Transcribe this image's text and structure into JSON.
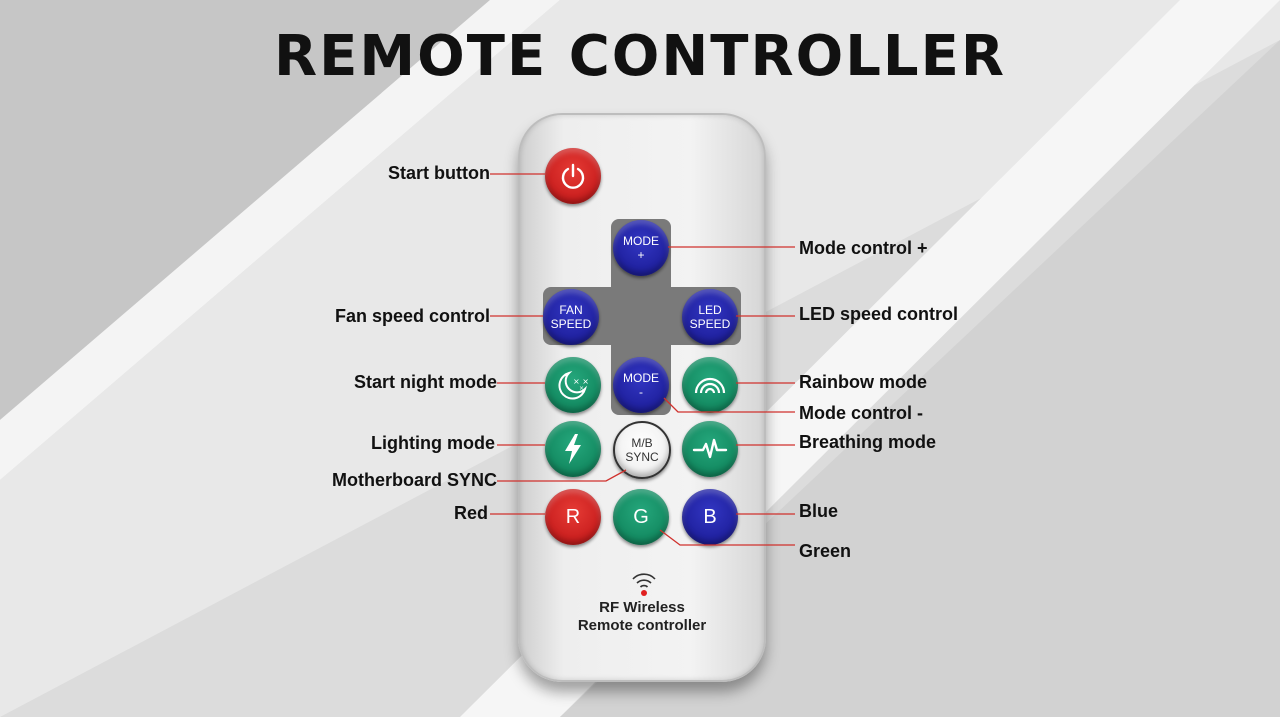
{
  "title": "REMOTE CONTROLLER",
  "buttons": {
    "mode_plus": {
      "line1": "MODE",
      "line2": "+"
    },
    "fan_speed": {
      "line1": "FAN",
      "line2": "SPEED"
    },
    "led_speed": {
      "line1": "LED",
      "line2": "SPEED"
    },
    "mode_minus": {
      "line1": "MODE",
      "line2": "-"
    },
    "mb_sync": {
      "line1": "M/B",
      "line2": "SYNC"
    },
    "red": "R",
    "green": "G",
    "blue": "B"
  },
  "labels": {
    "start_button": "Start button",
    "mode_control_plus": "Mode control +",
    "fan_speed_control": "Fan speed control",
    "led_speed_control": "LED speed control",
    "start_night_mode": "Start night mode",
    "rainbow_mode": "Rainbow mode",
    "mode_control_minus": "Mode control -",
    "lighting_mode": "Lighting mode",
    "breathing_mode": "Breathing mode",
    "motherboard_sync": "Motherboard SYNC",
    "red": "Red",
    "blue": "Blue",
    "green": "Green"
  },
  "footer": {
    "line1": "RF Wireless",
    "line2": "Remote controller"
  },
  "colors": {
    "leader_line": "#d0312d",
    "red_button": "#c81d1d",
    "green_button": "#12885f",
    "blue_button": "#1e1f9c"
  },
  "icons": [
    "power-icon",
    "moon-stars-icon",
    "rainbow-icon",
    "lightning-icon",
    "heartbeat-icon",
    "wifi-signal-icon"
  ]
}
